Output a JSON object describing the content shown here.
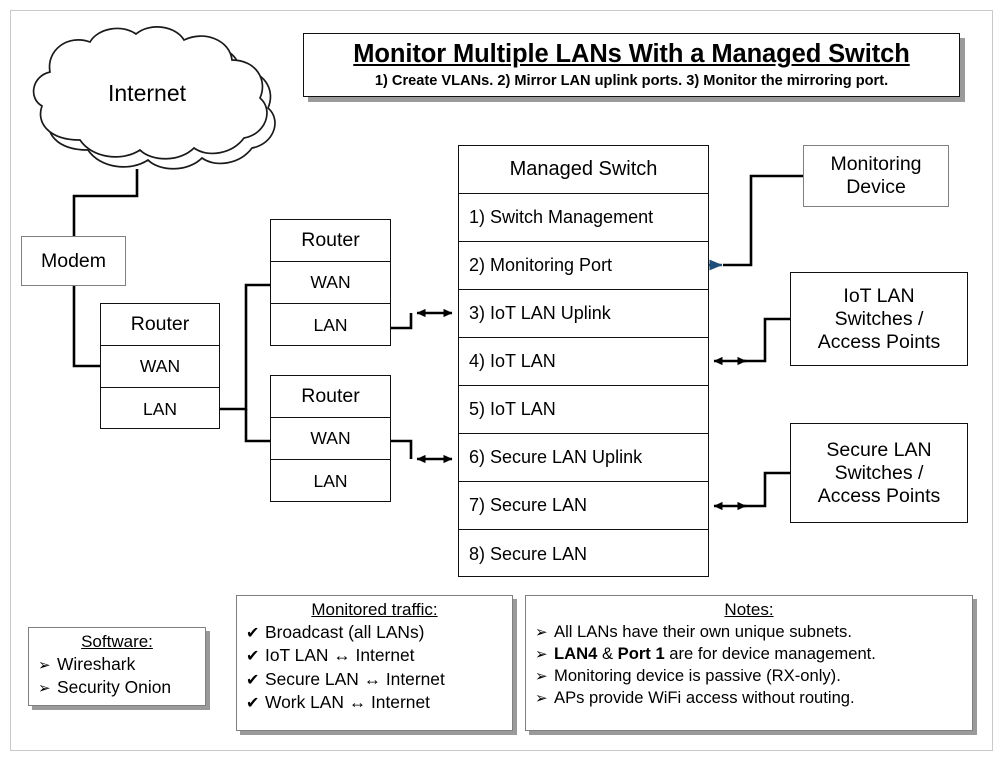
{
  "title": {
    "heading": "Monitor Multiple LANs With a Managed Switch",
    "subheading": "1) Create VLANs. 2) Mirror LAN uplink ports. 3) Monitor the mirroring port."
  },
  "cloud": {
    "label": "Internet"
  },
  "devices": {
    "modem": "Modem",
    "monitoring_device": "Monitoring\nDevice",
    "monitoring_device_line1": "Monitoring",
    "monitoring_device_line2": "Device",
    "iot_lan_line1": "IoT LAN",
    "iot_lan_line2": "Switches /",
    "iot_lan_line3": "Access Points",
    "secure_lan_line1": "Secure LAN",
    "secure_lan_line2": "Switches /",
    "secure_lan_line3": "Access Points"
  },
  "routers": [
    {
      "name": "router-main",
      "title": "Router",
      "ports": [
        "WAN",
        "LAN"
      ]
    },
    {
      "name": "router-top",
      "title": "Router",
      "ports": [
        "WAN",
        "LAN"
      ]
    },
    {
      "name": "router-bottom",
      "title": "Router",
      "ports": [
        "WAN",
        "LAN"
      ]
    }
  ],
  "switch": {
    "title": "Managed Switch",
    "ports": [
      "1) Switch Management",
      "2) Monitoring Port",
      "3) IoT LAN Uplink",
      "4) IoT LAN",
      "5) IoT LAN",
      "6) Secure LAN Uplink",
      "7) Secure LAN",
      "8) Secure LAN"
    ]
  },
  "software": {
    "title": "Software:",
    "bullet": "➢",
    "items": [
      "Wireshark",
      "Security Onion"
    ]
  },
  "monitored_traffic": {
    "title": "Monitored traffic:",
    "bullet": "✔",
    "items": [
      "Broadcast (all LANs)",
      "IoT LAN ↔ Internet",
      "Secure LAN ↔ Internet",
      "Work LAN ↔ Internet"
    ]
  },
  "notes": {
    "title": "Notes:",
    "bullet": "➢",
    "items": [
      {
        "text": "All LANs have their own unique subnets.",
        "bold_parts": []
      },
      {
        "text": "LAN4 & Port 1 are for device management.",
        "bold_parts": [
          "LAN4",
          "Port 1"
        ]
      },
      {
        "text": "Monitoring device is passive (RX-only).",
        "bold_parts": []
      },
      {
        "text": "APs provide WiFi access without routing.",
        "bold_parts": []
      }
    ]
  },
  "mirror_arrows": [
    {
      "name": "mirror-port3-to-port2",
      "from_port": "3) IoT LAN Uplink",
      "to_port": "2) Monitoring Port"
    },
    {
      "name": "mirror-port6-to-port2",
      "from_port": "6) Secure LAN Uplink",
      "to_port": "2) Monitoring Port"
    }
  ],
  "colors": {
    "mirror_arrow_dark": "#1F4E79",
    "mirror_line_light": "#7FA8D0",
    "wire": "#000000",
    "box_border_dark": "#111111",
    "box_border_gray": "#808080",
    "shadow": "#9a9a9a"
  }
}
